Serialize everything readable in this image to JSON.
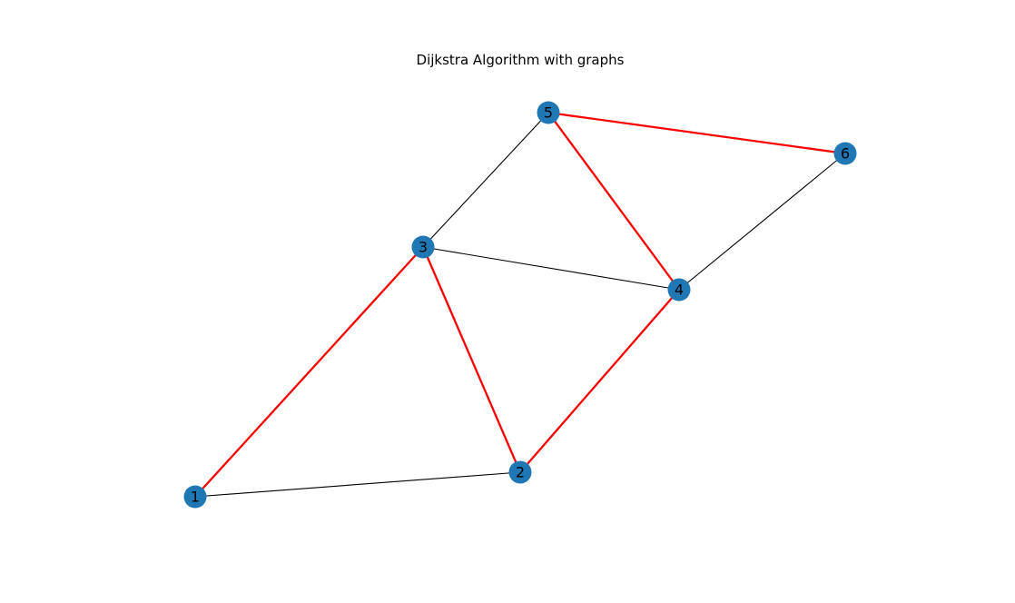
{
  "title": "Dijkstra Algorithm with graphs",
  "colors": {
    "node_fill": "#1f77b4",
    "edge_default": "#000000",
    "edge_highlight": "#ff0000",
    "label": "#000000"
  },
  "nodes": [
    {
      "id": "1",
      "label": "1"
    },
    {
      "id": "2",
      "label": "2"
    },
    {
      "id": "3",
      "label": "3"
    },
    {
      "id": "4",
      "label": "4"
    },
    {
      "id": "5",
      "label": "5"
    },
    {
      "id": "6",
      "label": "6"
    }
  ],
  "edges": [
    {
      "source": "1",
      "target": "2",
      "highlighted": false
    },
    {
      "source": "1",
      "target": "3",
      "highlighted": true
    },
    {
      "source": "2",
      "target": "3",
      "highlighted": true
    },
    {
      "source": "2",
      "target": "4",
      "highlighted": true
    },
    {
      "source": "3",
      "target": "4",
      "highlighted": false
    },
    {
      "source": "3",
      "target": "5",
      "highlighted": false
    },
    {
      "source": "4",
      "target": "5",
      "highlighted": true
    },
    {
      "source": "4",
      "target": "6",
      "highlighted": false
    },
    {
      "source": "5",
      "target": "6",
      "highlighted": true
    }
  ]
}
